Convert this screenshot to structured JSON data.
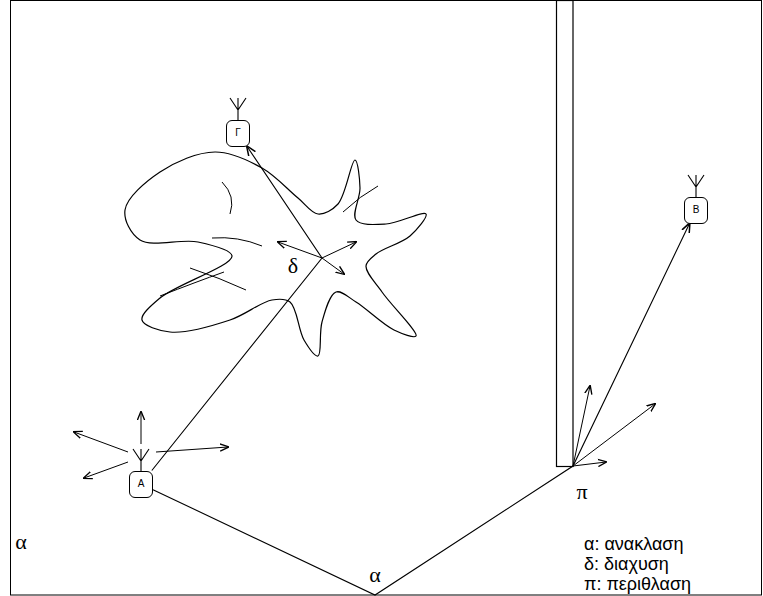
{
  "diagram": {
    "nodes": [
      {
        "text": [
          "Γ"
        ]
      },
      {
        "text": [
          "B"
        ]
      },
      {
        "text": [
          "A"
        ]
      }
    ],
    "edges": [
      {
        "from": 2,
        "to": 0,
        "arrow": "to"
      },
      {
        "from": 2,
        "to": 1,
        "arrow": "to"
      }
    ],
    "labels": [
      "δ",
      "π",
      "α",
      "α",
      "α: ανακλαση",
      "δ: διαχυση",
      "π: περιθλαση"
    ]
  }
}
